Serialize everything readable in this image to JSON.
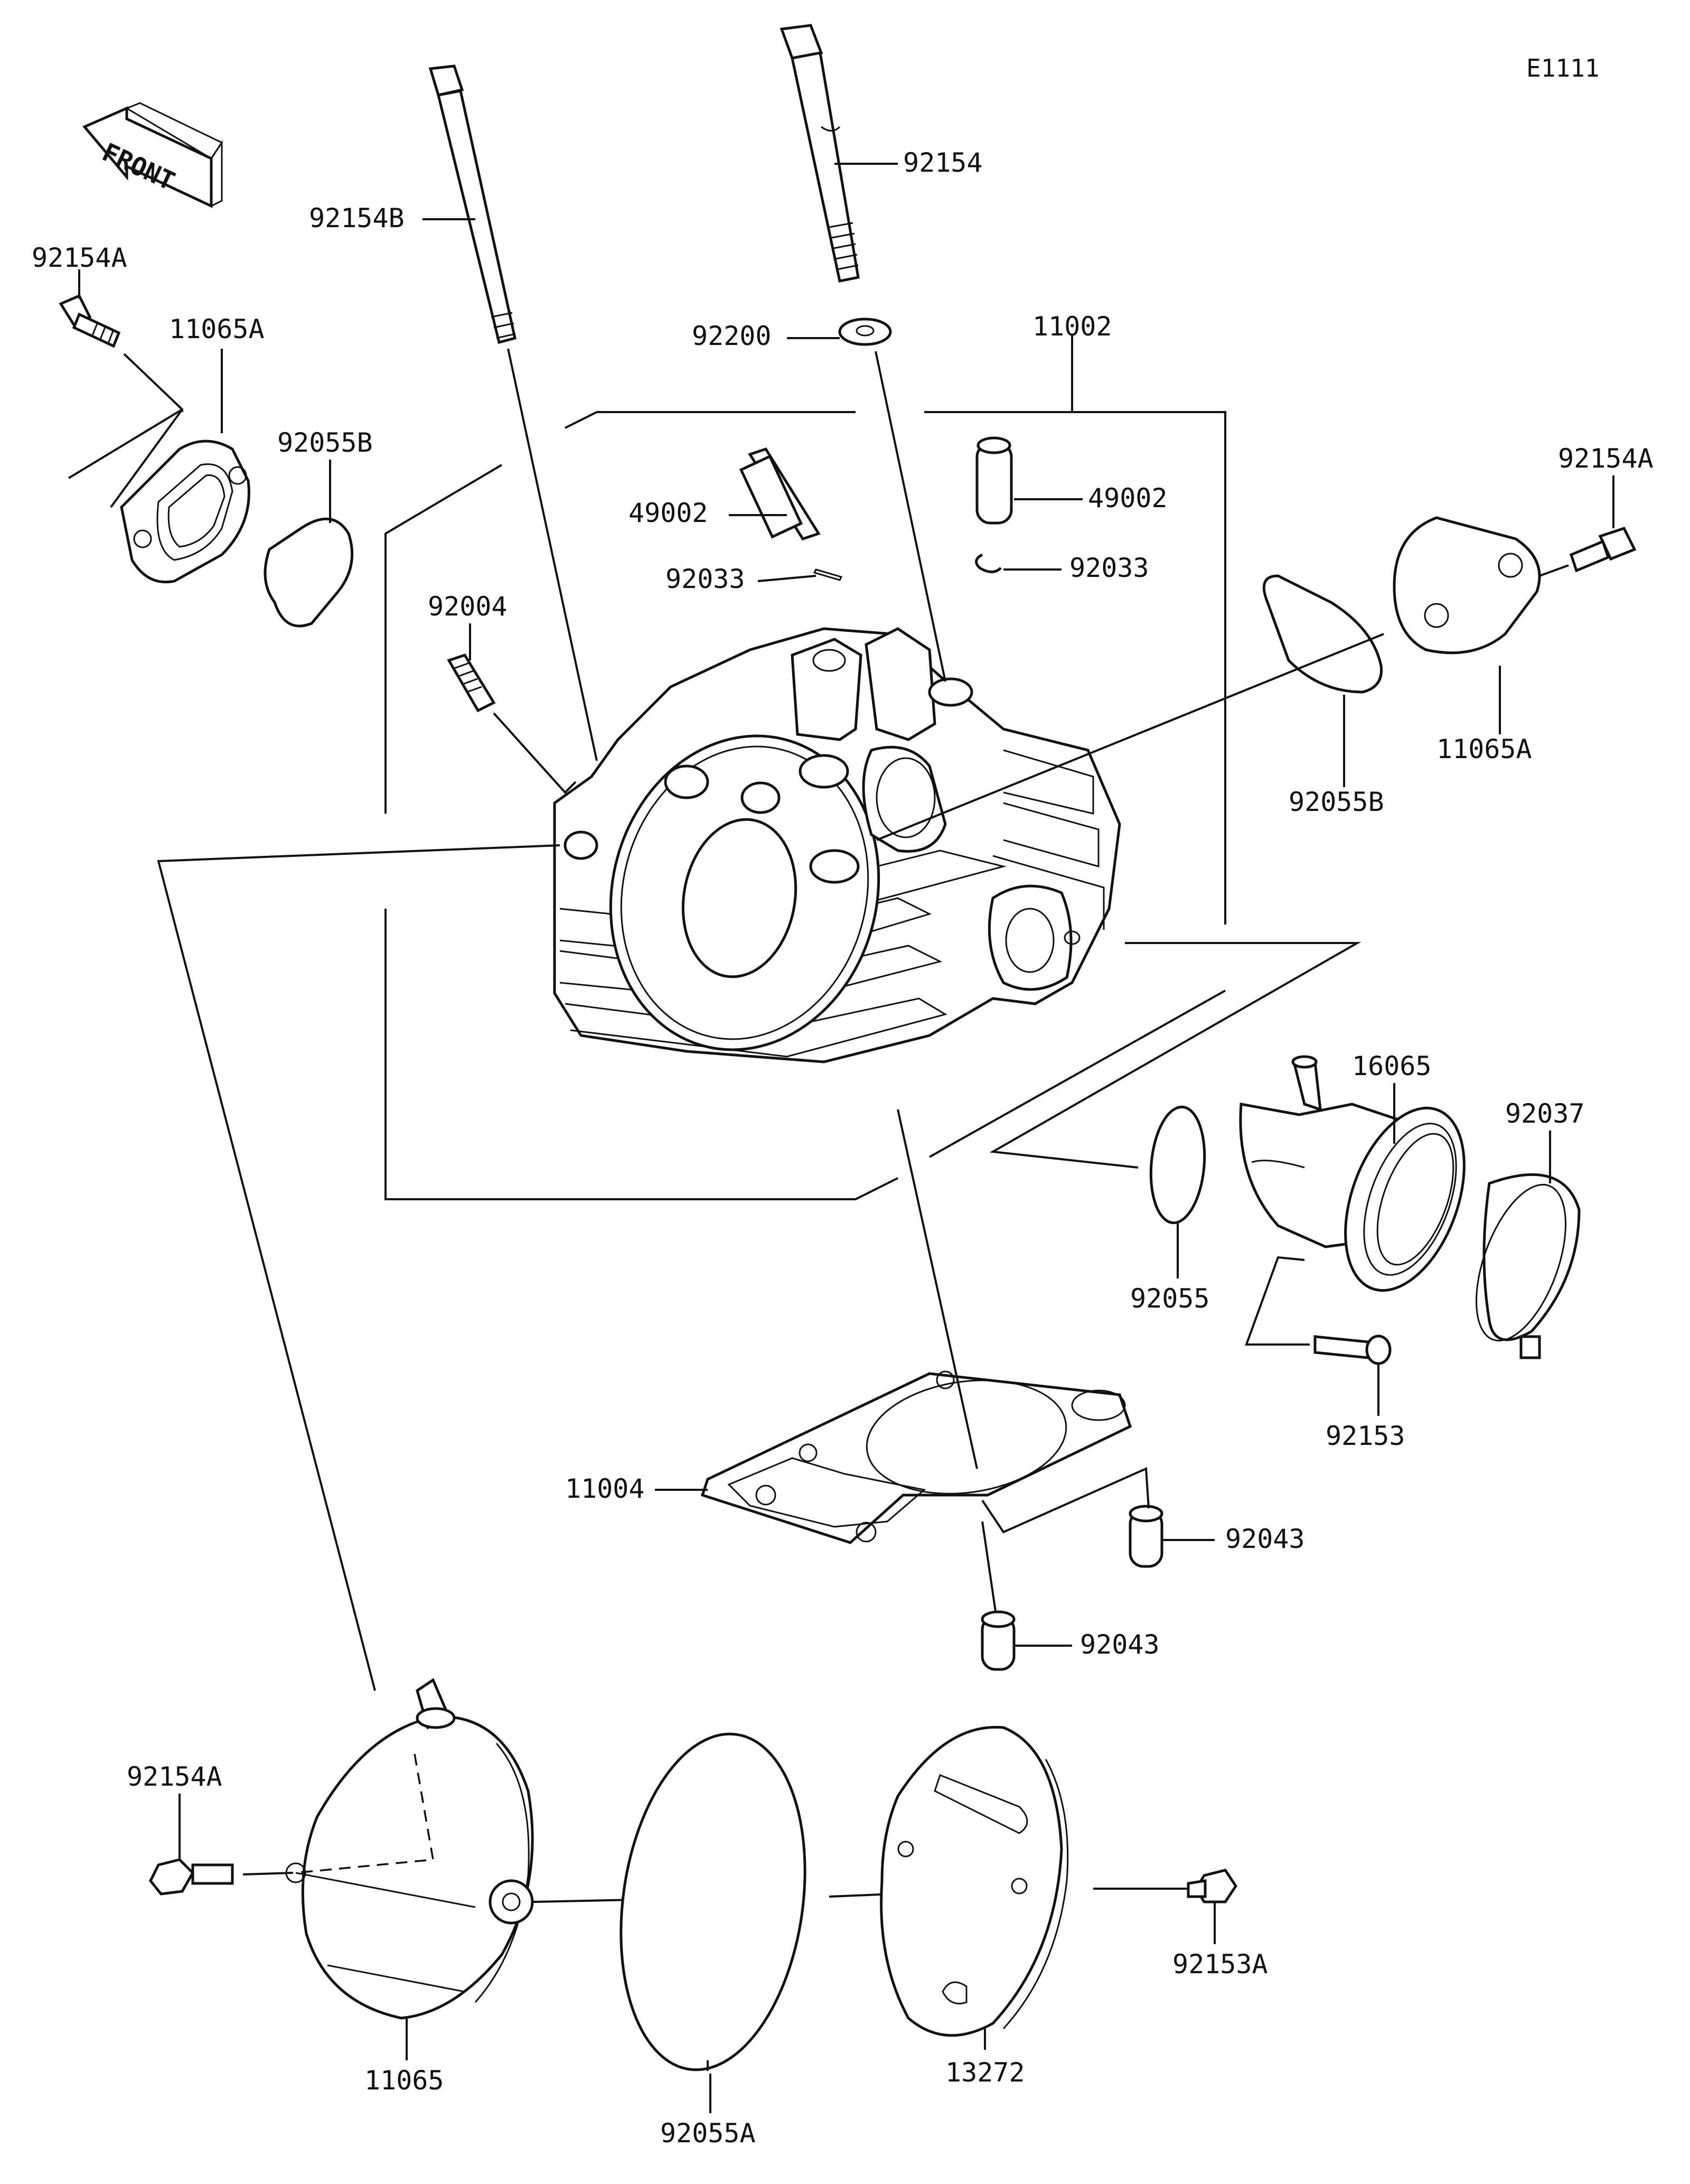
{
  "diagram_code": "E1111",
  "front_label": "FRONT",
  "labels": {
    "p92154": "92154",
    "p92154B": "92154B",
    "p92200": "92200",
    "p11002": "11002",
    "p92154A_left": "92154A",
    "p11065A_left": "11065A",
    "p92055B_left": "92055B",
    "p49002_left": "49002",
    "p49002_right": "49002",
    "p92033_left": "92033",
    "p92033_right": "92033",
    "p92004": "92004",
    "p92154A_right": "92154A",
    "p11065A_right": "11065A",
    "p92055B_right": "92055B",
    "p16065": "16065",
    "p92037": "92037",
    "p92055": "92055",
    "p92153": "92153",
    "p11004": "11004",
    "p92043_a": "92043",
    "p92043_b": "92043",
    "p92154A_bottom": "92154A",
    "p92153A": "92153A",
    "p11065": "11065",
    "p92055A": "92055A",
    "p13272": "13272"
  }
}
